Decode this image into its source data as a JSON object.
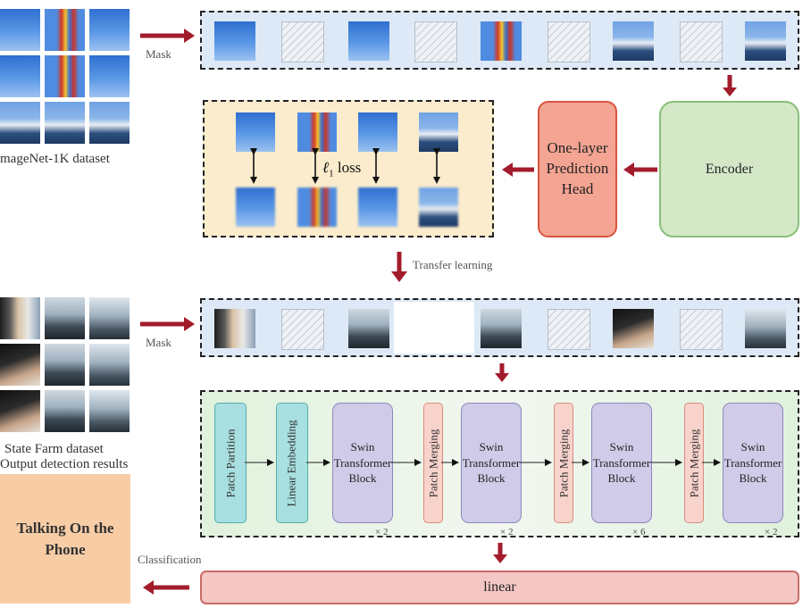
{
  "labels": {
    "mask_top": "Mask",
    "mask_bottom": "Mask",
    "imagenet": "mageNet-1K dataset",
    "statefarm": "State Farm dataset",
    "output": "Output detection results",
    "transfer": "Transfer learning",
    "classification": "Classification",
    "loss_symbol": "ℓ",
    "loss_sub": "1",
    "loss_word": "loss"
  },
  "pretrain": {
    "prediction_head": "One-layer Prediction Head",
    "encoder": "Encoder"
  },
  "swin_stages": {
    "patch_partition": "Patch Partition",
    "linear_embedding": "Linear Embedding",
    "patch_merging": "Patch Merging",
    "swin_block": "Swin Transformer Block",
    "multipliers": [
      "× 2",
      "× 2",
      "× 6",
      "× 2"
    ]
  },
  "linear_head": "linear",
  "result_text": "Talking On the Phone",
  "colors": {
    "arrow": "#a31c2c",
    "pred_fill": "#f4a493",
    "encoder_fill": "#d4e8c8",
    "patch_partition_fill": "#a8dfe0",
    "patch_merging_fill": "#f8d3cc",
    "swin_fill": "#cfcbe8",
    "linear_fill": "#f4c7c4",
    "result_fill": "#f8cda6"
  }
}
